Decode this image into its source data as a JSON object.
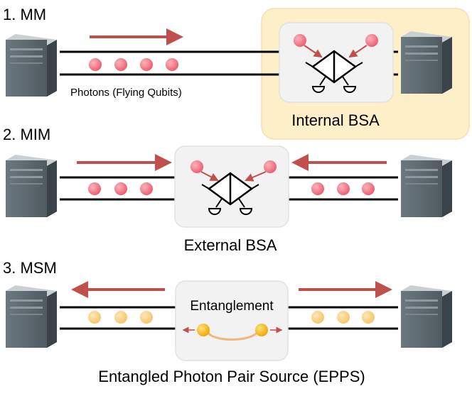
{
  "sections": [
    {
      "title": "1. MM",
      "bsa_label": "Internal BSA"
    },
    {
      "title": "2. MIM",
      "bsa_label": "External BSA"
    },
    {
      "title": "3. MSM",
      "inner_label": "Entanglement",
      "source_label": "Entangled Photon Pair Source (EPPS)"
    }
  ],
  "photons_label": "Photons (Flying Qubits)",
  "colors": {
    "photon_red": "#ef6b7a",
    "photon_orange": "#fbd58a",
    "arrow": "#c0504d",
    "highlight_box": "#fdf0c8",
    "bsa_box": "#f2f2f2",
    "epps_dot": "#f7b500",
    "server_dark": "#5f6a72",
    "server_light": "#a9b2b8"
  },
  "icons": [
    "server-icon",
    "beam-splitter-icon",
    "detector-icon",
    "photon-icon",
    "arrow-icon"
  ]
}
